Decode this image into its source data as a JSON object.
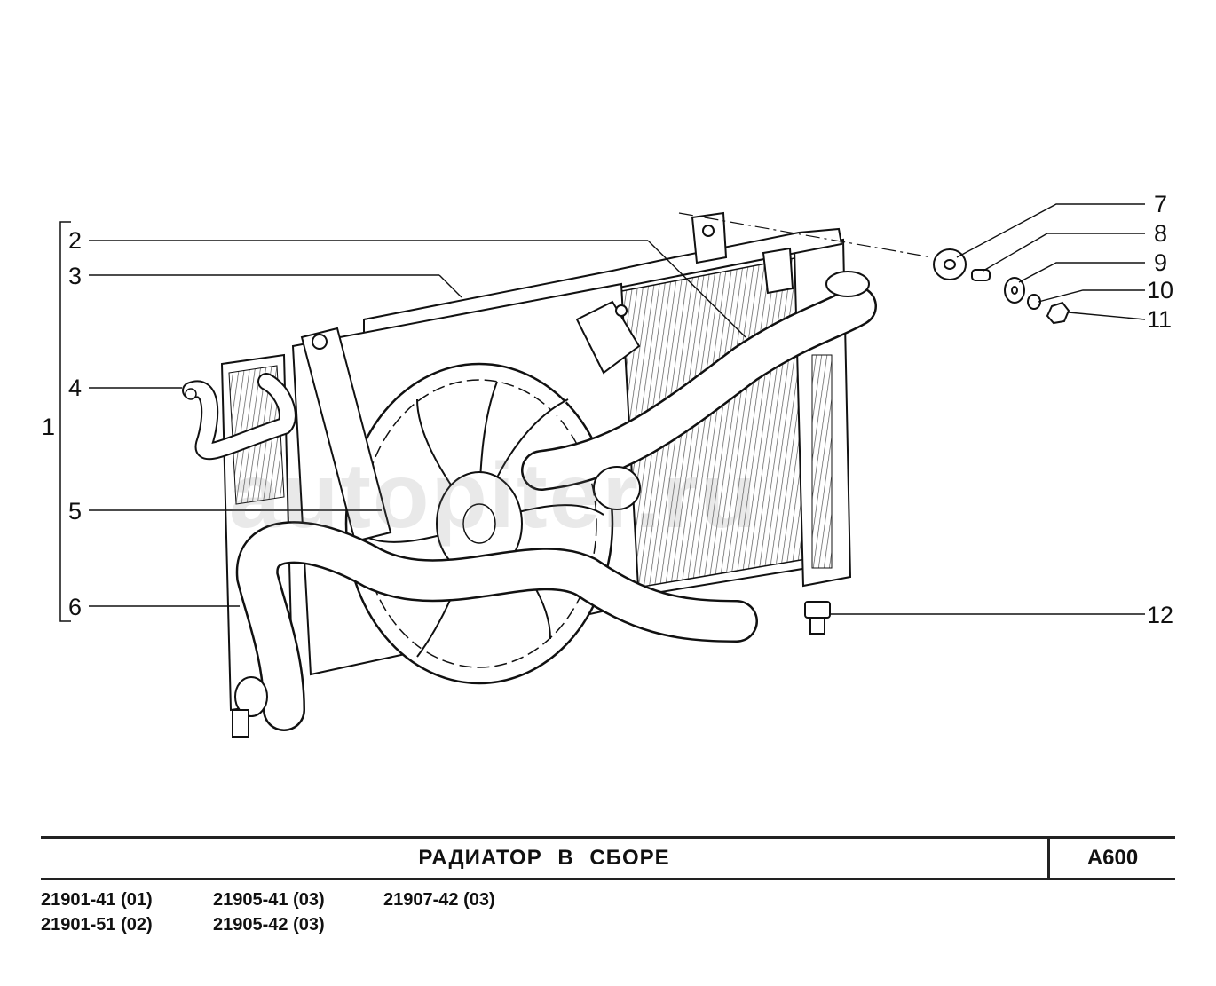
{
  "watermark": "autopiter.ru",
  "callouts": [
    {
      "id": "1",
      "label": "1"
    },
    {
      "id": "2",
      "label": "2"
    },
    {
      "id": "3",
      "label": "3"
    },
    {
      "id": "4",
      "label": "4"
    },
    {
      "id": "5",
      "label": "5"
    },
    {
      "id": "6",
      "label": "6"
    },
    {
      "id": "7",
      "label": "7"
    },
    {
      "id": "8",
      "label": "8"
    },
    {
      "id": "9",
      "label": "9"
    },
    {
      "id": "10",
      "label": "10"
    },
    {
      "id": "11",
      "label": "11"
    },
    {
      "id": "12",
      "label": "12"
    }
  ],
  "title": {
    "text": "РАДИАТОР  В  СБОРЕ",
    "code": "A600"
  },
  "models": [
    "21901-41 (01)",
    "21905-41 (03)",
    "21907-42 (03)",
    "21901-51 (02)",
    "21905-42 (03)"
  ]
}
